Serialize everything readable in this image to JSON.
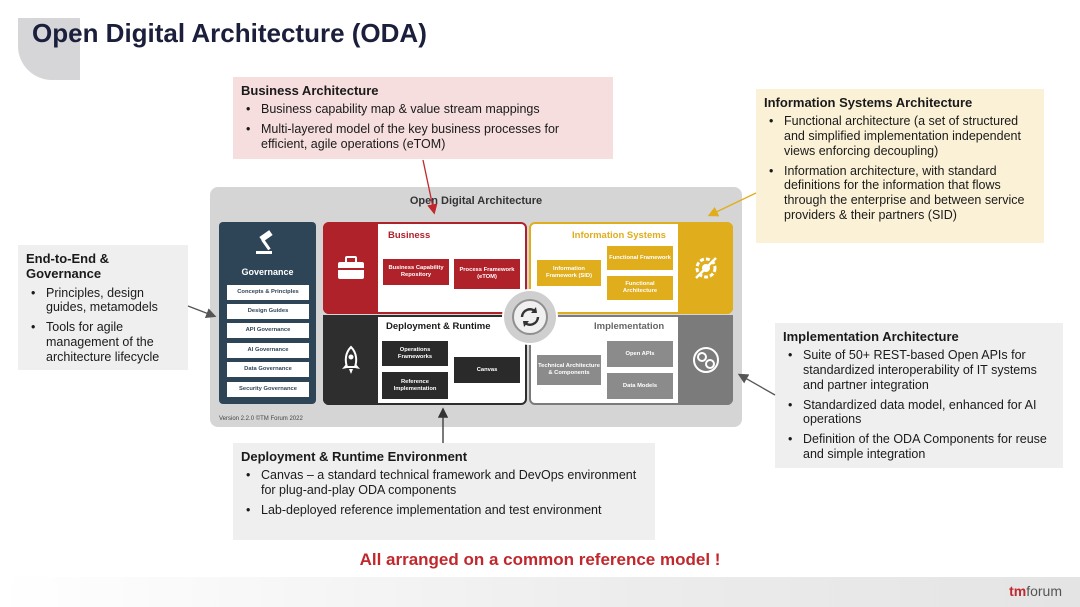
{
  "title": "Open Digital Architecture (ODA)",
  "business_callout": {
    "heading": "Business Architecture",
    "bullets": [
      "Business capability map & value stream mappings",
      "Multi-layered model of the key business processes for efficient, agile operations (eTOM)"
    ]
  },
  "isa_callout": {
    "heading": "Information Systems Architecture",
    "bullets": [
      "Functional architecture (a set of structured and simplified implementation independent views enforcing decoupling)",
      "Information architecture, with standard definitions for the information that flows through the enterprise and between service providers & their partners (SID)"
    ]
  },
  "e2e_callout": {
    "heading": "End-to-End & Governance",
    "bullets": [
      "Principles, design guides, metamodels",
      "Tools for agile management of the architecture lifecycle"
    ]
  },
  "impl_callout": {
    "heading": "Implementation Architecture",
    "bullets": [
      "Suite of 50+ REST-based Open APIs for standardized interoperability of IT systems and partner integration",
      "Standardized data model, enhanced for AI operations",
      "Definition of the ODA Components for reuse and simple integration"
    ]
  },
  "deploy_callout": {
    "heading": "Deployment & Runtime Environment",
    "bullets": [
      "Canvas – a standard technical framework and DevOps environment for plug-and-play ODA components",
      "Lab-deployed reference implementation and test environment"
    ]
  },
  "diagram": {
    "title": "Open Digital Architecture",
    "version": "Version 2.2.0 ©TM Forum 2022",
    "governance": {
      "title": "Governance",
      "items": [
        "Concepts & Principles",
        "Design Guides",
        "API Governance",
        "AI Governance",
        "Data Governance",
        "Security Governance"
      ]
    },
    "business": {
      "label": "Business",
      "boxes": [
        "Business Capability Repository",
        "Process Framework (eTOM)"
      ]
    },
    "information_systems": {
      "label": "Information Systems",
      "boxes": [
        "Information Framework (SID)",
        "Functional Framework",
        "Functional Architecture"
      ]
    },
    "deployment": {
      "label": "Deployment & Runtime",
      "boxes": [
        "Operations Frameworks",
        "Reference Implementation",
        "Canvas"
      ]
    },
    "implementation": {
      "label": "Implementation",
      "boxes": [
        "Technical Architecture & Components",
        "Open APIs",
        "Data Models"
      ]
    }
  },
  "footer_text": "All arranged on a common reference model !",
  "logo": {
    "prefix": "tm",
    "suffix": "forum"
  },
  "colors": {
    "business": "#b0222a",
    "information_systems": "#e0ad1c",
    "deployment": "#2e2e2e",
    "implementation": "#7b7b7b",
    "governance": "#2e4457",
    "accent_text": "#c0282d"
  }
}
